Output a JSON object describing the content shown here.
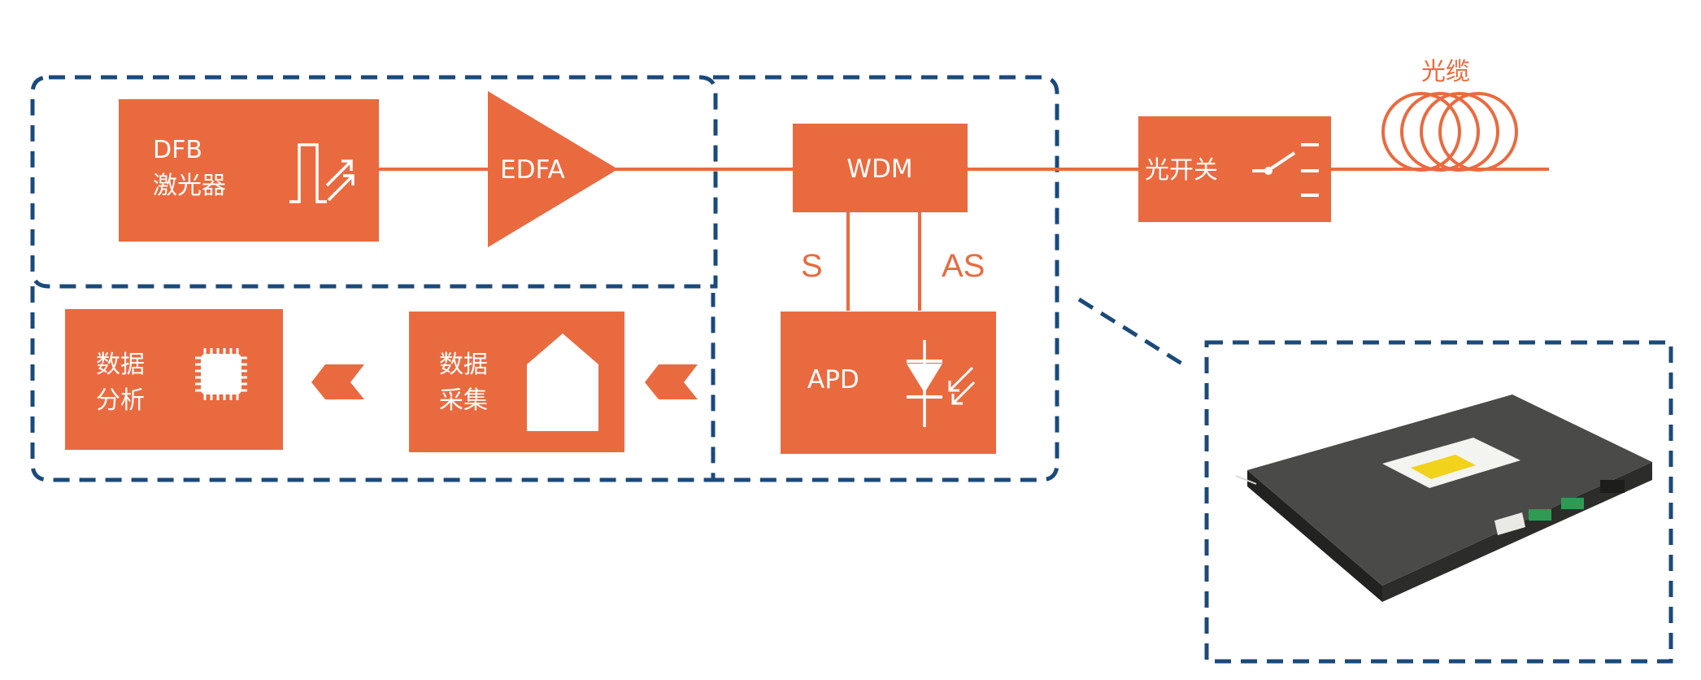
{
  "colors": {
    "accent": "#ea6a3f",
    "frame": "#1b4a7a",
    "device_body": "#3c3d3a",
    "device_top": "#4a4b48",
    "connector": "#2f9a54",
    "label_sticker": "#f3f3f0",
    "warning": "#f2d21b"
  },
  "blocks": {
    "dfb_line1": "DFB",
    "dfb_line2": "激光器",
    "edfa": "EDFA",
    "wdm": "WDM",
    "apd": "APD",
    "optical_switch": "光开关",
    "cable": "光缆",
    "data_analysis_line1": "数据",
    "data_analysis_line2": "分析",
    "data_acquisition_line1": "数据",
    "data_acquisition_line2": "采集"
  },
  "signals": {
    "stokes": "S",
    "anti_stokes": "AS"
  },
  "icons": {
    "dfb": "laser-pulse-icon",
    "switch": "optical-switch-icon",
    "cable": "fiber-coil-icon",
    "apd": "photodiode-icon",
    "analysis": "chip-icon",
    "acquisition": "house-icon",
    "arrows": "chevron-left-icon",
    "product": "device-photo"
  }
}
